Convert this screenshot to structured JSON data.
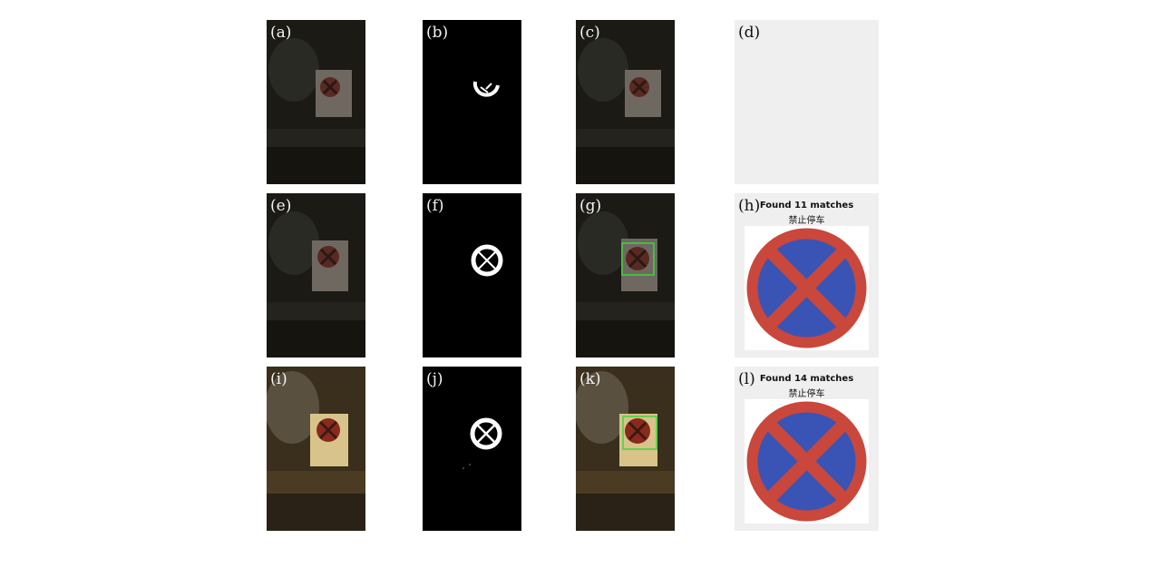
{
  "panels": [
    {
      "id": "a",
      "label": "(a)",
      "kind": "photo",
      "dark": true
    },
    {
      "id": "b",
      "label": "(b)",
      "kind": "mask"
    },
    {
      "id": "c",
      "label": "(c)",
      "kind": "photo",
      "dark": true
    },
    {
      "id": "d",
      "label": "(d)",
      "kind": "blank"
    },
    {
      "id": "e",
      "label": "(e)",
      "kind": "photo",
      "dark": true
    },
    {
      "id": "f",
      "label": "(f)",
      "kind": "mask"
    },
    {
      "id": "g",
      "label": "(g)",
      "kind": "photo-detected",
      "dark": true
    },
    {
      "id": "h",
      "label": "(h)",
      "kind": "match",
      "title": "Found 11 matches",
      "subtitle": "禁止停车"
    },
    {
      "id": "i",
      "label": "(i)",
      "kind": "photo",
      "dark": false
    },
    {
      "id": "j",
      "label": "(j)",
      "kind": "mask"
    },
    {
      "id": "k",
      "label": "(k)",
      "kind": "photo-detected",
      "dark": false
    },
    {
      "id": "l",
      "label": "(l)",
      "kind": "match",
      "title": "Found 14 matches",
      "subtitle": "禁止停车"
    }
  ],
  "colors": {
    "sign_red": "#c9473b",
    "sign_blue": "#3a54b5",
    "detection_box": "#3fd43f",
    "panel_bg_gray": "#efefef"
  }
}
